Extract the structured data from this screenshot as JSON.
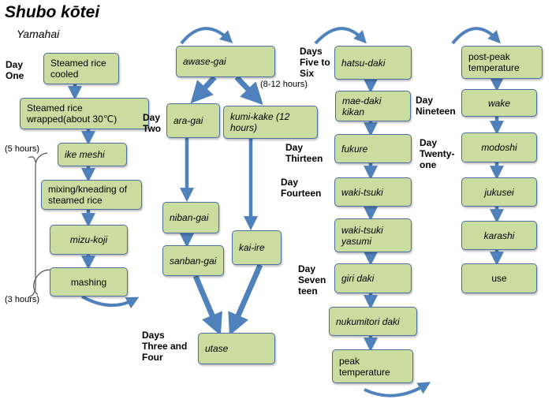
{
  "title": "Shubo kōtei",
  "subtitle": "Yamahai",
  "boxes": {
    "steamed_rice_cooled": "Steamed rice cooled",
    "steamed_rice_wrapped": "Steamed rice wrapped(about 30℃)",
    "ike_meshi": "ike meshi",
    "mixing_kneading": "mixing/kneading of steamed rice",
    "mizu_koji": "mizu-koji",
    "mashing": "mashing",
    "awase_gai": "awase-gai",
    "ara_gai": "ara-gai",
    "kumi_kake": "kumi-kake (12 hours)",
    "niban_gai": "niban-gai",
    "sanban_gai": "sanban-gai",
    "kai_ire": "kai-ire",
    "utase": "utase",
    "hatsu_daki": "hatsu-daki",
    "mae_daki_kikan": "mae-daki kikan",
    "fukure": "fukure",
    "waki_tsuki": "waki-tsuki",
    "waki_tsuki_yasumi": "waki-tsuki yasumi",
    "giri_daki": "giri daki",
    "nukumitori_daki": "nukumitori daki",
    "peak_temperature": "peak temperature",
    "post_peak_temperature": "post-peak temperature",
    "wake": "wake",
    "modoshi": "modoshi",
    "jukusei": "jukusei",
    "karashi": "karashi",
    "use": "use"
  },
  "labels": {
    "day_one": "Day\nOne",
    "day_two": "Day\nTwo",
    "days_three_four": "Days\nThree and\nFour",
    "days_five_six": "Days\nFive to\nSix",
    "day_thirteen": "Day\nThirteen",
    "day_fourteen": "Day\nFourteen",
    "day_seventeen": "Day\nSeven\nteen",
    "day_nineteen": "Day\nNineteen",
    "day_twenty_one": "Day\nTwenty-\none"
  },
  "notes": {
    "five_hours": "(5 hours)",
    "three_hours": "(3 hours)",
    "eight_twelve_hours": "(8-12 hours)"
  },
  "colors": {
    "box_fill": "#cadca0",
    "box_border": "#4a6fa2",
    "arrow": "#4f81bd"
  }
}
